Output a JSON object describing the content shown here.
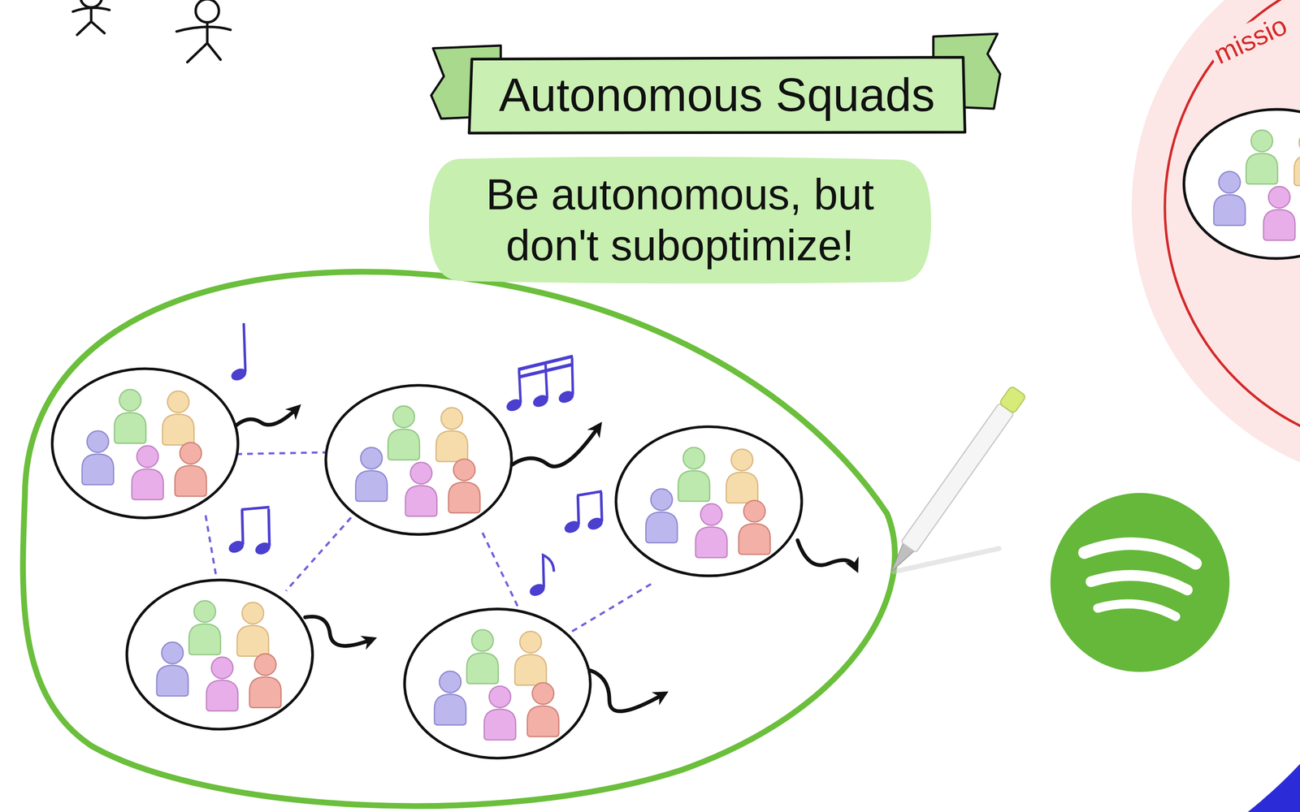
{
  "diagram": {
    "title": "Autonomous Squads",
    "nodes": [
      {
        "text": [
          "Be autonomous, but don't suboptimize!"
        ]
      }
    ],
    "labels": [
      "missio"
    ]
  }
}
